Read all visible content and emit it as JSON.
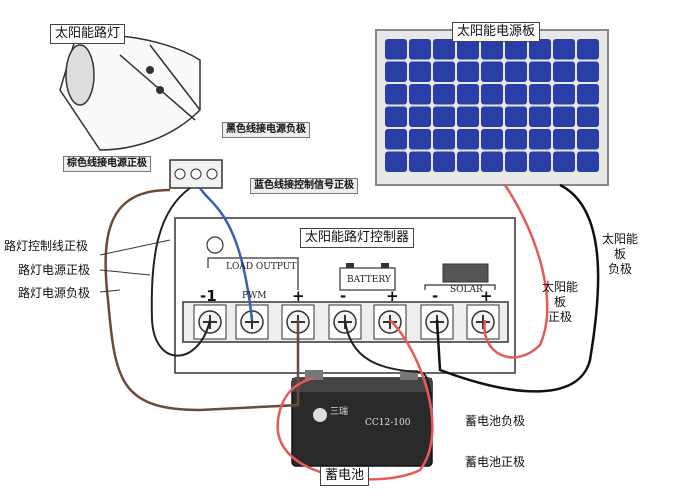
{
  "labels": {
    "street_lamp": "太阳能路灯",
    "solar_panel": "太阳能电源板",
    "controller": "太阳能路灯控制器",
    "battery": "蓄电池",
    "black_wire_load_negative": "黑色线接电源负极",
    "brown_wire_power_positive": "棕色线接电源正极",
    "blue_wire_control_signal": "蓝色线接控制信号正极",
    "lamp_control_positive": "路灯控制线正极",
    "lamp_power_positive": "路灯电源正极",
    "lamp_power_negative": "路灯电源负极",
    "panel_negative_a": "太阳能板",
    "panel_negative_b": "负极",
    "panel_positive_a": "太阳能板",
    "panel_positive_b": "正极",
    "battery_negative": "蓄电池负极",
    "battery_positive": "蓄电池正极"
  },
  "controller_marks": {
    "load_output": "LOAD OUTPUT",
    "pwm": "PWM",
    "battery": "BATTERY",
    "solar": "SOLAR",
    "minus_1": "-1",
    "plus": "+",
    "minus": "-"
  },
  "battery_marks": {
    "model": "CC12-100",
    "brand": "三瑞"
  },
  "colors": {
    "brown_wire": "#6b4a3a",
    "blue_wire": "#3a5fb5",
    "red_wire": "#e85a5a",
    "black_wire": "#111111",
    "panel_cell": "#2a3fa6"
  }
}
